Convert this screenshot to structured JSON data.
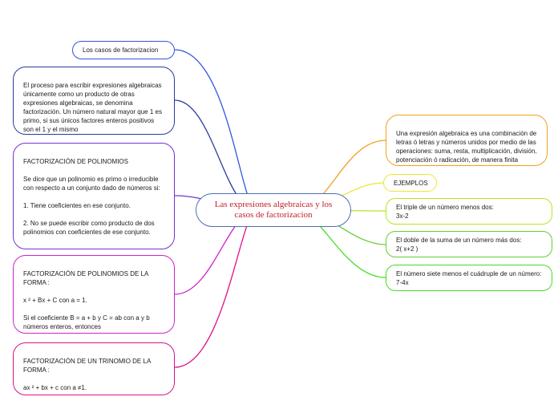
{
  "central_topic": "Las expresiones algebraicas y los casos de factorizacion",
  "colors": {
    "blue": "#3355dd",
    "navy": "#2a3a9e",
    "purple": "#7733cc",
    "magenta": "#cc22cc",
    "pink": "#dd1188",
    "orange": "#f0a020",
    "yellow": "#e8e830",
    "green": "#66cc33",
    "bright_green": "#44dd22",
    "center_border": "#4a6fb5",
    "center_text": "#c0202a"
  },
  "left_nodes": [
    {
      "text": "Los casos de factorizacion",
      "color": "#3355dd"
    },
    {
      "text": "El proceso para escribir expresiones algebraicas únicamente como un producto de otras expresiones algebraicas, se denomina factorización. Un número natural mayor que 1 es primo, si sus únicos factores enteros positivos son el 1 y el mismo",
      "color": "#2a3a9e"
    },
    {
      "text": "FACTORIZACIÓN DE POLINOMIOS\n\nSe dice que un polinomio es primo o irreducible con respecto a un conjunto dado de números si:\n\n1. Tiene coeficientes en ese conjunto.\n\n2. No se puede escribir como producto de dos polinomios con coeficientes de ese conjunto.",
      "color": "#7733cc"
    },
    {
      "text": "FACTORIZACIÓN DE POLINOMIOS DE LA FORMA :\n\nx ² + Bx + C  con  a = 1.\n\nSi el coeficiente B = a + b  y  C = ab con a y b números enteros, entonces",
      "color": "#cc22cc"
    },
    {
      "text": "FACTORIZACIÓN DE UN TRINOMIO DE LA FORMA :\n\nax ² + bx + c  con  a ≠1.",
      "color": "#dd1188"
    }
  ],
  "right_nodes": [
    {
      "text": "Una expresión algebraica es una combinación de letras ó letras y números unidos por medio de las operaciones: suma, resta, multiplicación, división, potenciación ó radicación, de manera finita",
      "color": "#f0a020"
    },
    {
      "text": "EJEMPLOS",
      "color": "#e8e830"
    },
    {
      "text": "El triple de un número menos dos:\n3x-2",
      "color": "#b5e61d"
    },
    {
      "text": "El doble de la suma de un número más dos:\n2( x+2 )",
      "color": "#66cc33"
    },
    {
      "text": "El número siete menos el cuádruple de un número: 7-4x",
      "color": "#44dd22"
    }
  ]
}
